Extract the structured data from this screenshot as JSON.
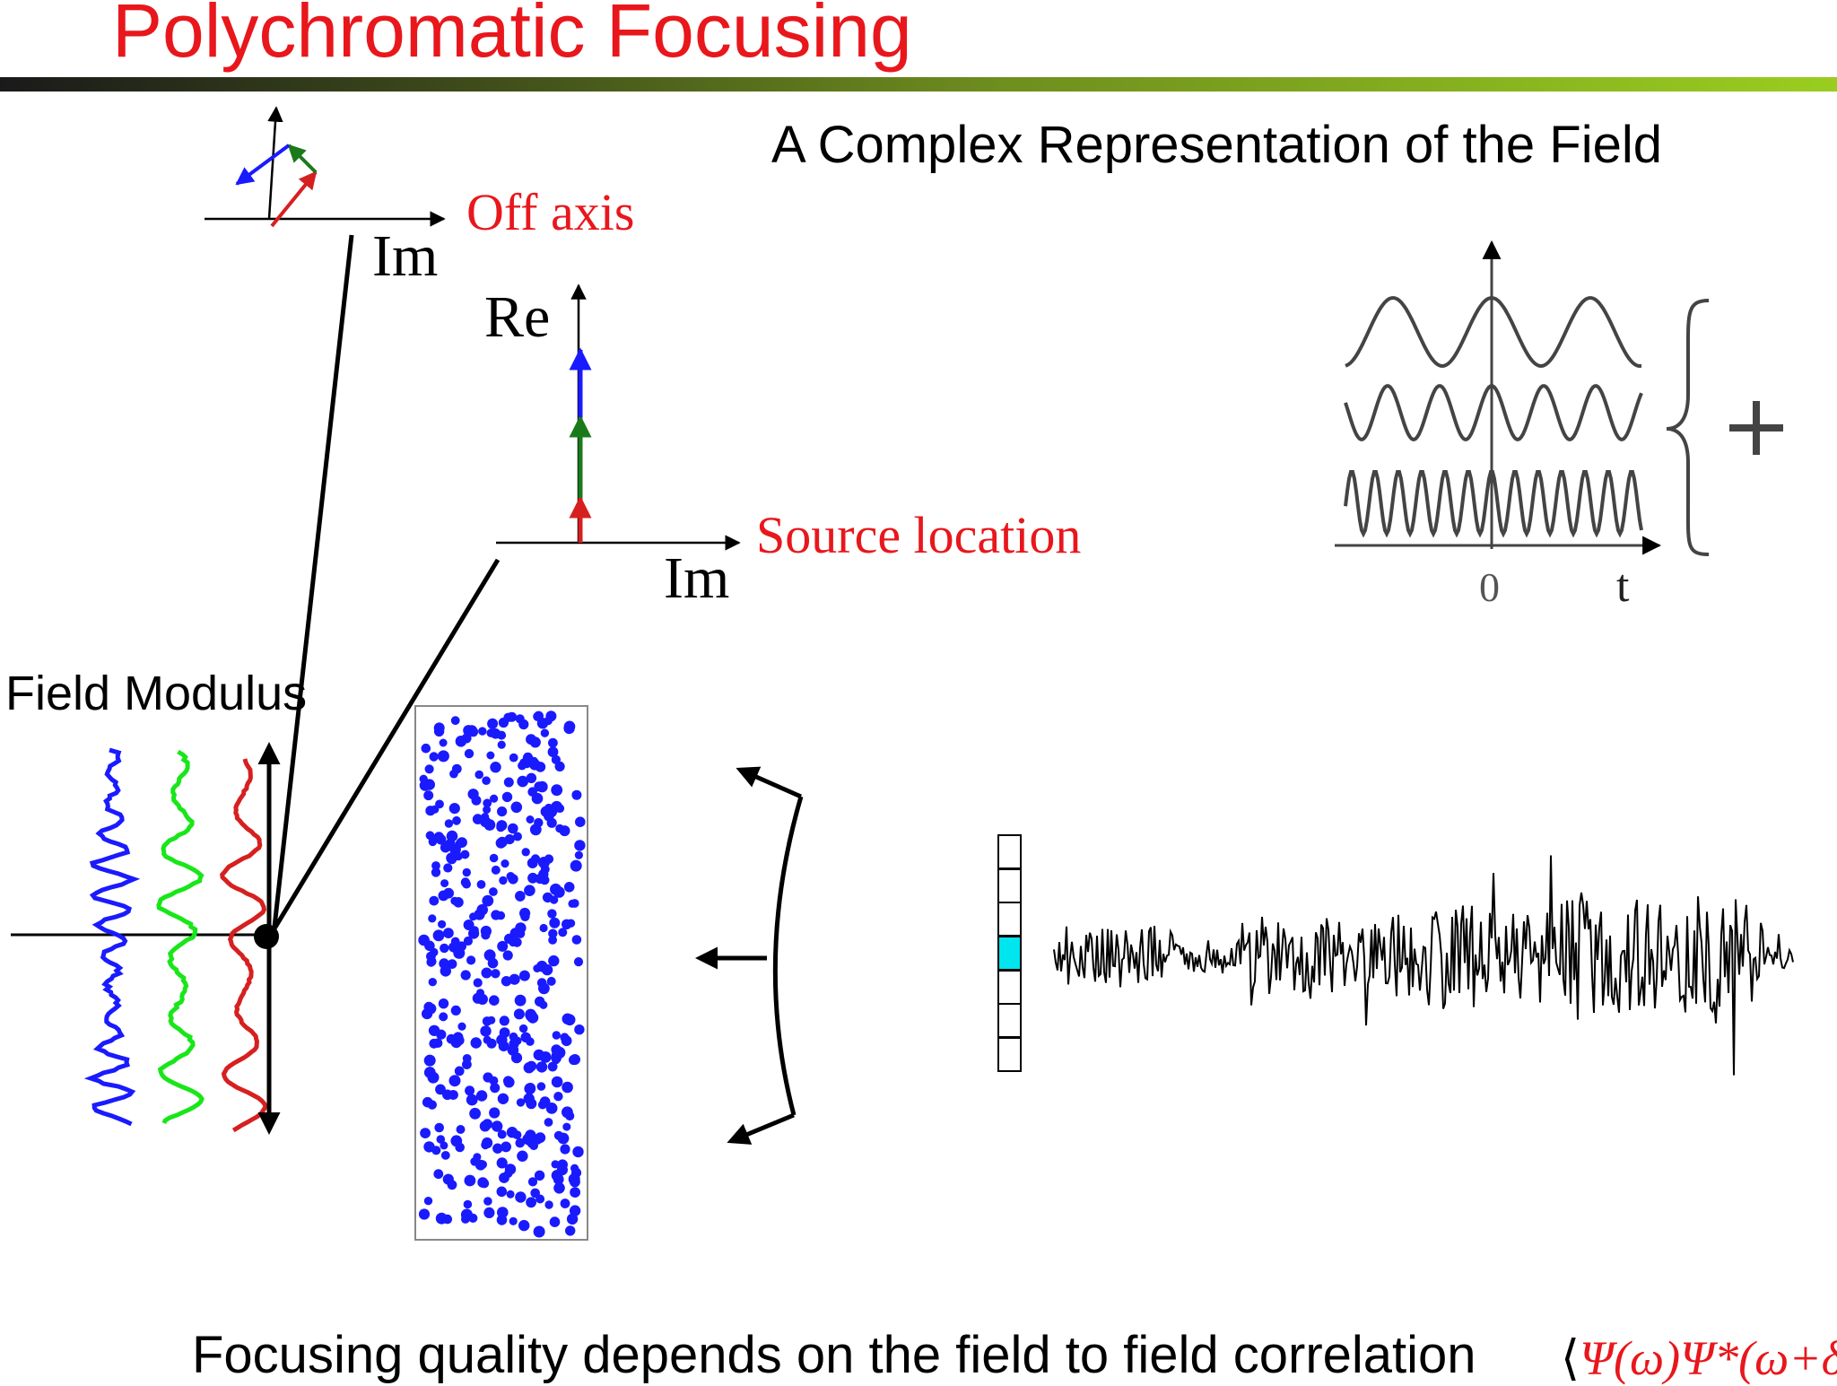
{
  "title": "Polychromatic Focusing",
  "subtitle": "A Complex Representation of the Field",
  "phasor_off_axis": {
    "axis_label": "Im",
    "caption": "Off axis"
  },
  "phasor_source": {
    "axis_label_vertical": "Re",
    "axis_label_horizontal": "Im",
    "caption": "Source location"
  },
  "time_plot": {
    "tick_zero": "0",
    "axis_label": "t",
    "operator": "+"
  },
  "field_modulus_label": "Field Modulus",
  "bottom_text": "Focusing quality depends on the field to field correlation",
  "formula": {
    "open": "⟨",
    "body": "Ψ(ω)Ψ*(ω+δω)",
    "close": "⟩"
  },
  "colors": {
    "title": "#e8171c",
    "caption": "#e8171c",
    "blue": "#1a1aff",
    "green": "#19e619",
    "red": "#d62020",
    "dark_green": "#1a7a1a",
    "cyan": "#00e5ee"
  },
  "icons": [
    "curved-array-icon",
    "transducer-array-icon"
  ]
}
